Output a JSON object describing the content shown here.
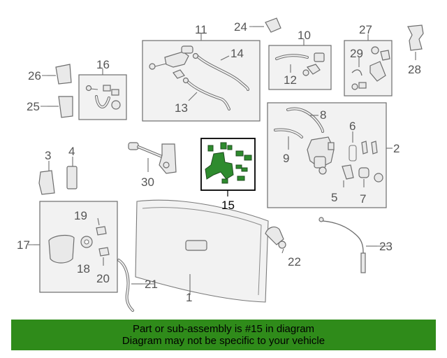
{
  "callouts": {
    "c1": "1",
    "c2": "2",
    "c3": "3",
    "c4": "4",
    "c5": "5",
    "c6": "6",
    "c7": "7",
    "c8": "8",
    "c9": "9",
    "c10": "10",
    "c11": "11",
    "c12": "12",
    "c13": "13",
    "c14": "14",
    "c15": "15",
    "c16": "16",
    "c17": "17",
    "c18": "18",
    "c19": "19",
    "c20": "20",
    "c21": "21",
    "c22": "22",
    "c23": "23",
    "c24": "24",
    "c25": "25",
    "c26": "26",
    "c27": "27",
    "c28": "28",
    "c29": "29",
    "c30": "30"
  },
  "highlight": {
    "part_number": "15",
    "color": "#2f8b1a"
  },
  "banner": {
    "line1": "Part or sub-assembly is #15 in diagram",
    "line2": "Diagram may not be specific to your vehicle"
  }
}
